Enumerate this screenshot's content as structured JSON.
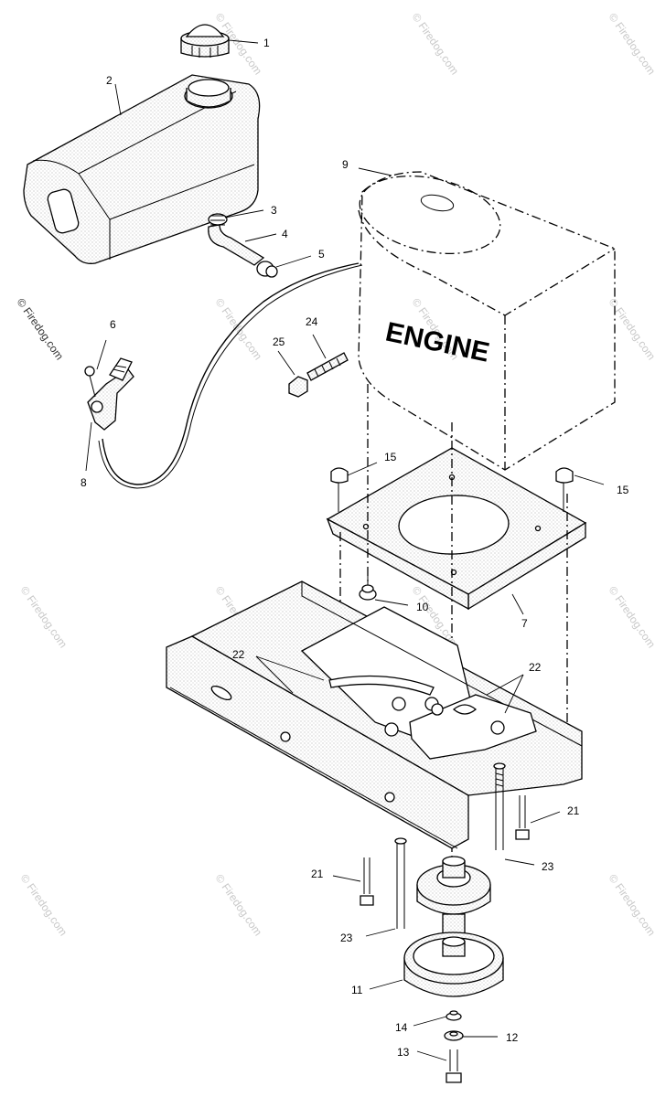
{
  "watermark": "© Firedog.com",
  "engine_label": "ENGINE",
  "callouts": {
    "c1": "1",
    "c2": "2",
    "c3": "3",
    "c4": "4",
    "c5": "5",
    "c6": "6",
    "c7": "7",
    "c8": "8",
    "c9": "9",
    "c10": "10",
    "c11": "11",
    "c12": "12",
    "c13": "13",
    "c14": "14",
    "c15a": "15",
    "c15b": "15",
    "c21a": "21",
    "c21b": "21",
    "c22a": "22",
    "c22b": "22",
    "c23a": "23",
    "c23b": "23",
    "c24": "24",
    "c25": "25"
  },
  "colors": {
    "line": "#000000",
    "background": "#ffffff",
    "watermark": "#c9c9c9"
  }
}
